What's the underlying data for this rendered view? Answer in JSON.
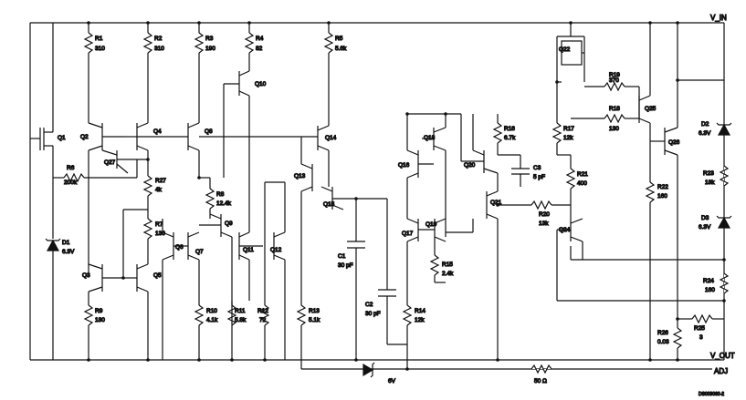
{
  "colors": {
    "ink": "#111111",
    "background": "#ffffff"
  },
  "rails": {
    "vin": "V_IN",
    "vout": "V_OUT",
    "adj": "ADJ"
  },
  "transistors": [
    "Q1",
    "Q2",
    "Q3",
    "Q4",
    "Q5",
    "Q6",
    "Q7",
    "Q8",
    "Q9",
    "Q10",
    "Q11",
    "Q12",
    "Q13",
    "Q14",
    "Q15",
    "Q16",
    "Q17",
    "Q18",
    "Q19",
    "Q20",
    "Q21",
    "Q22",
    "Q24",
    "Q25",
    "Q26",
    "Q27"
  ],
  "resistors": {
    "R1": "R1",
    "R1_val": "310",
    "R2": "R2",
    "R2_val": "310",
    "R3": "R3",
    "R3_val": "190",
    "R4": "R4",
    "R4_val": "82",
    "R5": "R5",
    "R5_val": "5.6k",
    "R6": "R6",
    "R6_val": "200k",
    "R7": "R7",
    "R7_val": "130",
    "R8": "R8",
    "R8_val": "12.4k",
    "R9": "R9",
    "R9_val": "180",
    "R10": "R10",
    "R10_val": "4.1k",
    "R11": "R11",
    "R11_val": "5.8k",
    "R12": "R12",
    "R12_val": "72",
    "R13": "R13",
    "R13_val": "5.1k",
    "R14": "R14",
    "R14_val": "12k",
    "R15": "R15",
    "R15_val": "2.4k",
    "R16": "R16",
    "R16_val": "6.7k",
    "R17": "R17",
    "R17_val": "12k",
    "R18": "R18",
    "R18_val": "130",
    "R19": "R19",
    "R19_val": "370",
    "R20": "R20",
    "R20_val": "13k",
    "R21": "R21",
    "R21_val": "400",
    "R22": "R22",
    "R22_val": "160",
    "R23": "R23",
    "R23_val": "18k",
    "R24": "R24",
    "R24_val": "160",
    "R25": "R25",
    "R25_val": "3",
    "R26": "R26",
    "R26_val": "0.03",
    "R27": "R27",
    "R27_val": "4k",
    "R_adj_val": "50 Ω"
  },
  "capacitors": {
    "C1": "C1",
    "C1_val": "30 pF",
    "C2": "C2",
    "C2_val": "30 pF",
    "C3": "C3",
    "C3_val": "5 pF"
  },
  "diodes": {
    "D1": "D1",
    "D1_val": "6.3V",
    "D2": "D2",
    "D2_val": "6.3V",
    "D3": "D3",
    "D3_val": "6.3V",
    "adj_diode_val": "6V"
  },
  "figure_code": "DS009060-2"
}
